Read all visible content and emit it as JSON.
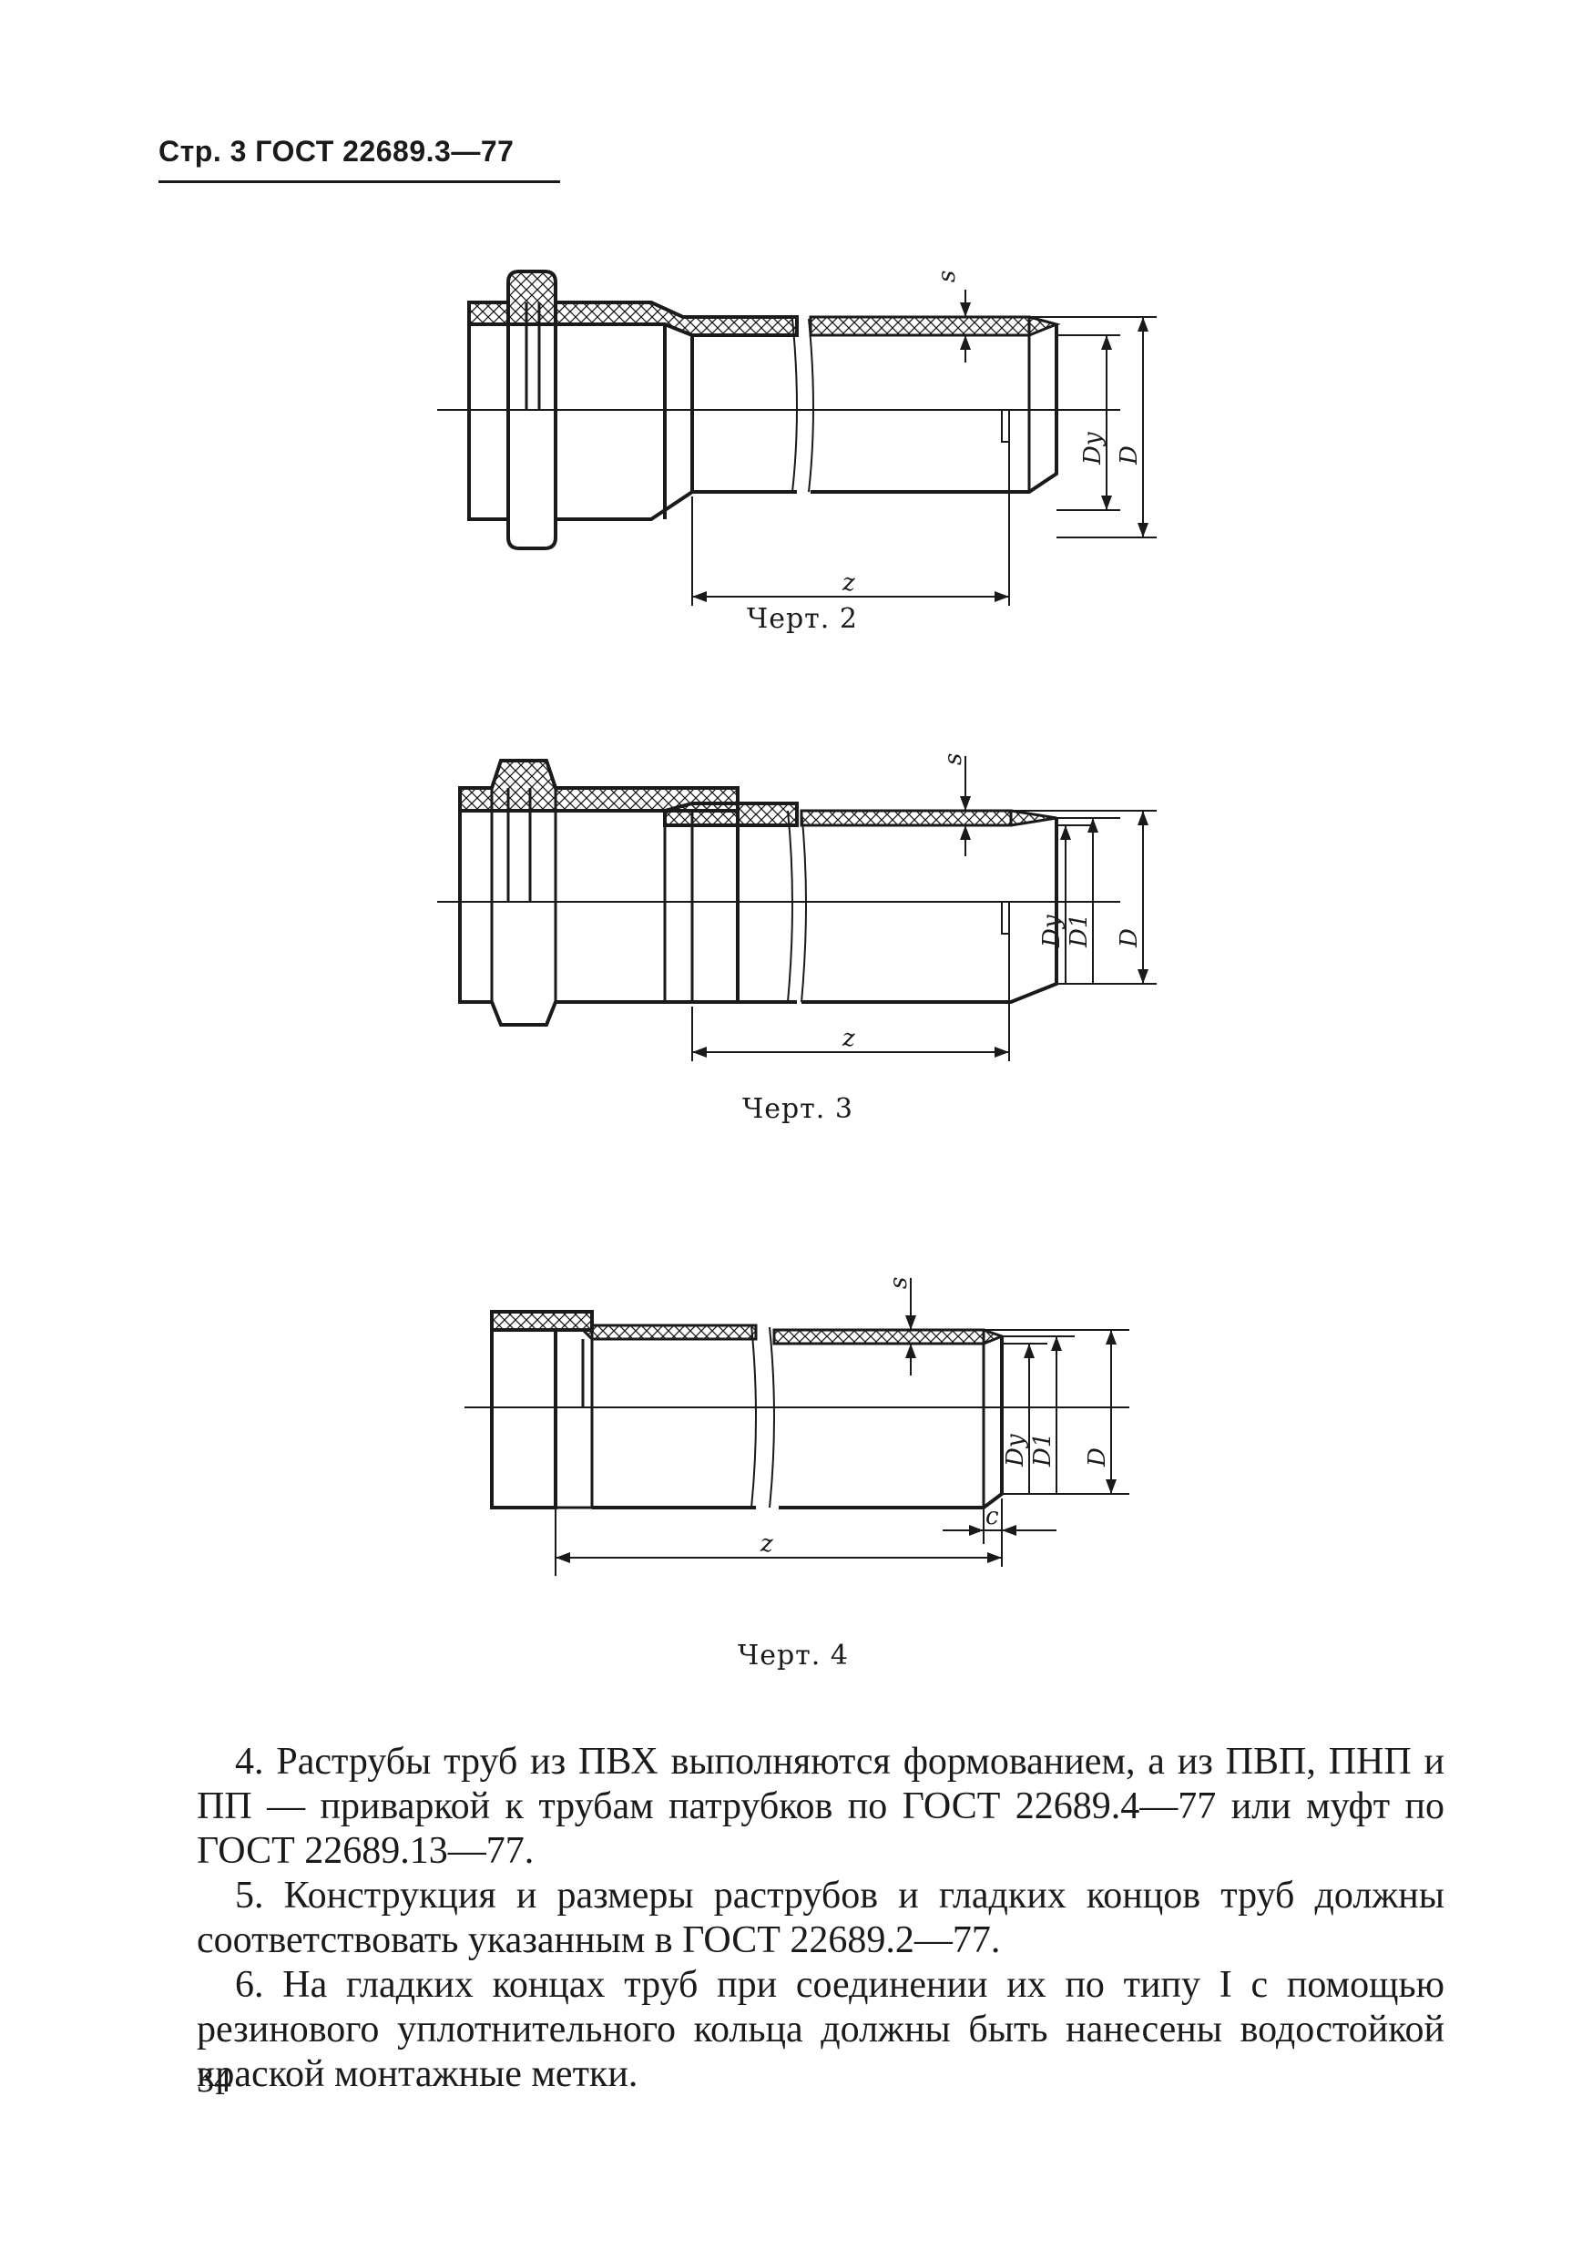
{
  "header": {
    "text": "Стр. 3 ГОСТ 22689.3—77"
  },
  "figures": [
    {
      "caption": "Черт. 2",
      "labels": {
        "s": "s",
        "dy": "Dy",
        "d": "D",
        "z": "z"
      }
    },
    {
      "caption": "Черт. 3",
      "labels": {
        "s": "s",
        "dy": "Dy",
        "d1": "D1",
        "d": "D",
        "z": "z"
      }
    },
    {
      "caption": "Черт. 4",
      "labels": {
        "s": "s",
        "dy": "Dy",
        "d1": "D1",
        "d": "D",
        "z": "z",
        "c": "c"
      }
    }
  ],
  "paragraphs": [
    "4. Раструбы труб из ПВХ выполняются формованием, а из ПВП, ПНП и ПП — приваркой к трубам патрубков по ГОСТ 22689.4—77 или муфт по ГОСТ 22689.13—77.",
    "5. Конструкция и размеры раструбов и гладких концов труб должны соответствовать указанным в ГОСТ 22689.2—77.",
    "6. На гладких концах труб при соединении их по типу I с помощью резинового уплотнительного кольца должны быть нанесены водостойкой краской монтажные метки."
  ],
  "page_number": "34"
}
